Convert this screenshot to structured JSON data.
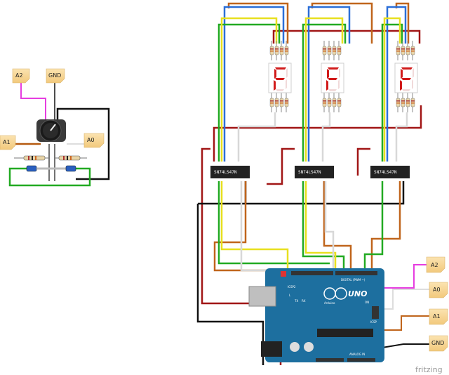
{
  "brand": "fritzing",
  "ic_label": "SN74LS47N",
  "display_char": "F",
  "board": {
    "name": "UNO",
    "sub": "Arduino",
    "header_digital": "DIGITAL (PWM ~)",
    "header_analog": "ANALOG IN",
    "icsp": "ICSP",
    "icsp2": "ICSP2",
    "tx": "TX",
    "rx": "RX",
    "l": "L",
    "on": "ON"
  },
  "notes_left": {
    "a2": "A2",
    "gnd": "GND",
    "a1": "A1",
    "a0": "A0"
  },
  "notes_right": {
    "a2": "A2",
    "a0": "A0",
    "a1": "A1",
    "gnd": "GND"
  },
  "colors": {
    "board": "#1d6f9f",
    "ic": "#222222",
    "display": "#ffffff",
    "segment": "#d11a1a",
    "note": "#f6d497"
  }
}
